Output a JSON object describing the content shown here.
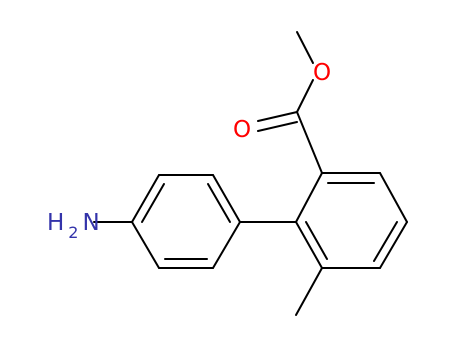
{
  "molecule": {
    "atoms": {
      "oxygen_ester": {
        "symbol": "O",
        "color": "#ff0000"
      },
      "oxygen_carbonyl": {
        "symbol": "O",
        "color": "#ff0000"
      },
      "amine": {
        "symbol": "H",
        "subscript": "2",
        "suffix": "N",
        "color": "#3333aa"
      }
    },
    "bond_color": "#000000"
  }
}
